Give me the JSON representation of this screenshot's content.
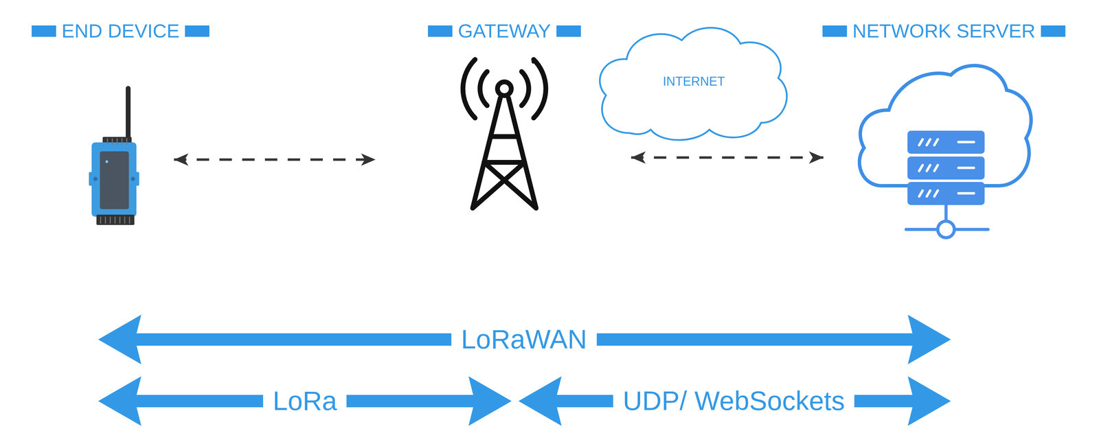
{
  "diagram": {
    "nodes": [
      {
        "text": [
          "END DEVICE"
        ]
      },
      {
        "text": [
          "GATEWAY"
        ]
      },
      {
        "text": [
          "INTERNET"
        ]
      },
      {
        "text": [
          "NETWORK SERVER"
        ]
      }
    ],
    "edges": [
      {
        "from": 0,
        "to": 1,
        "arrow": "both"
      },
      {
        "from": 1,
        "to": 3,
        "arrow": "both"
      }
    ],
    "labels": [
      "LoRaWAN",
      "LoRa",
      "UDP/ WebSockets"
    ]
  }
}
